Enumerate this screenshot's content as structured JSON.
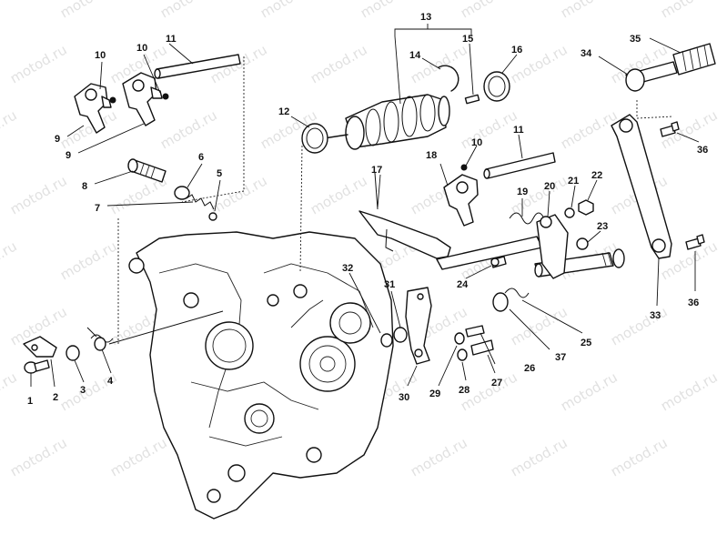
{
  "watermark": "motod.ru",
  "callouts": [
    "1",
    "2",
    "3",
    "4",
    "5",
    "6",
    "7",
    "8",
    "9",
    "9",
    "10",
    "10",
    "10",
    "11",
    "11",
    "12",
    "13",
    "14",
    "15",
    "16",
    "17",
    "18",
    "19",
    "20",
    "21",
    "22",
    "23",
    "24",
    "25",
    "26",
    "27",
    "28",
    "29",
    "30",
    "31",
    "32",
    "33",
    "34",
    "35",
    "36",
    "36",
    "37"
  ]
}
